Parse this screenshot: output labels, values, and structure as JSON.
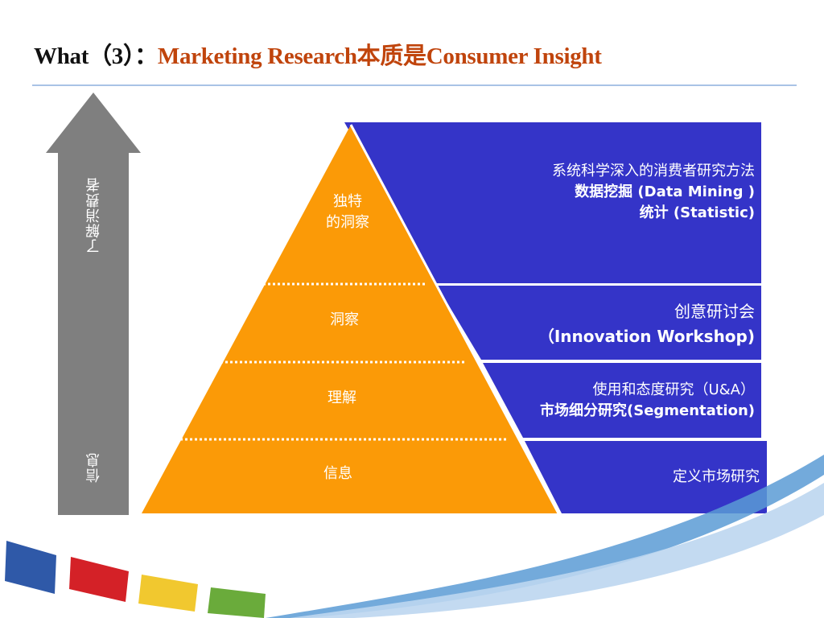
{
  "title": {
    "prefix": "What（3）：",
    "highlight": "Marketing Research本质是Consumer Insight"
  },
  "arrow": {
    "top_label": "了解消费者",
    "bottom_label": "信息"
  },
  "pyramid": {
    "tiers": [
      {
        "label_line1": "独特",
        "label_line2": "的洞察"
      },
      {
        "label_line1": "洞察"
      },
      {
        "label_line1": "理解"
      },
      {
        "label_line1": "信息"
      }
    ]
  },
  "panels": [
    {
      "line1": "系统科学深入的消费者研究方法",
      "line2": "数据挖掘 (Data Mining )",
      "line3": "统计 (Statistic)"
    },
    {
      "line1": "创意研讨会",
      "line2": "（Innovation Workshop)"
    },
    {
      "line1": "使用和态度研究（U&A）",
      "line2": "市场细分研究(Segmentation)"
    },
    {
      "line1": "定义市场研究"
    }
  ],
  "colors": {
    "panel_blue": "#3434c8",
    "pyramid_orange": "#fb9a07",
    "arrow_gray": "#7f7f7f",
    "title_accent": "#c0440c"
  }
}
